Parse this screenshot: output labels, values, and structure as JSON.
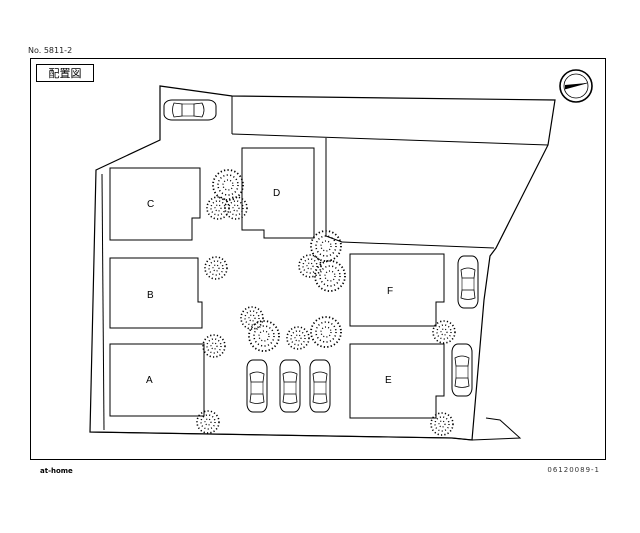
{
  "header": {
    "doc_number": "No. 5811-2",
    "title": "配置図",
    "note": ""
  },
  "lots": [
    {
      "id": "lot-a",
      "label": "A"
    },
    {
      "id": "lot-b",
      "label": "B"
    },
    {
      "id": "lot-c",
      "label": "C"
    },
    {
      "id": "lot-d",
      "label": "D"
    },
    {
      "id": "lot-e",
      "label": "E"
    },
    {
      "id": "lot-f",
      "label": "F"
    }
  ],
  "footer": {
    "brand": "at-home",
    "code": "06120089-1"
  },
  "icons": {
    "compass": "north-arrow-icon",
    "car": "car-icon",
    "tree": "tree-icon"
  }
}
